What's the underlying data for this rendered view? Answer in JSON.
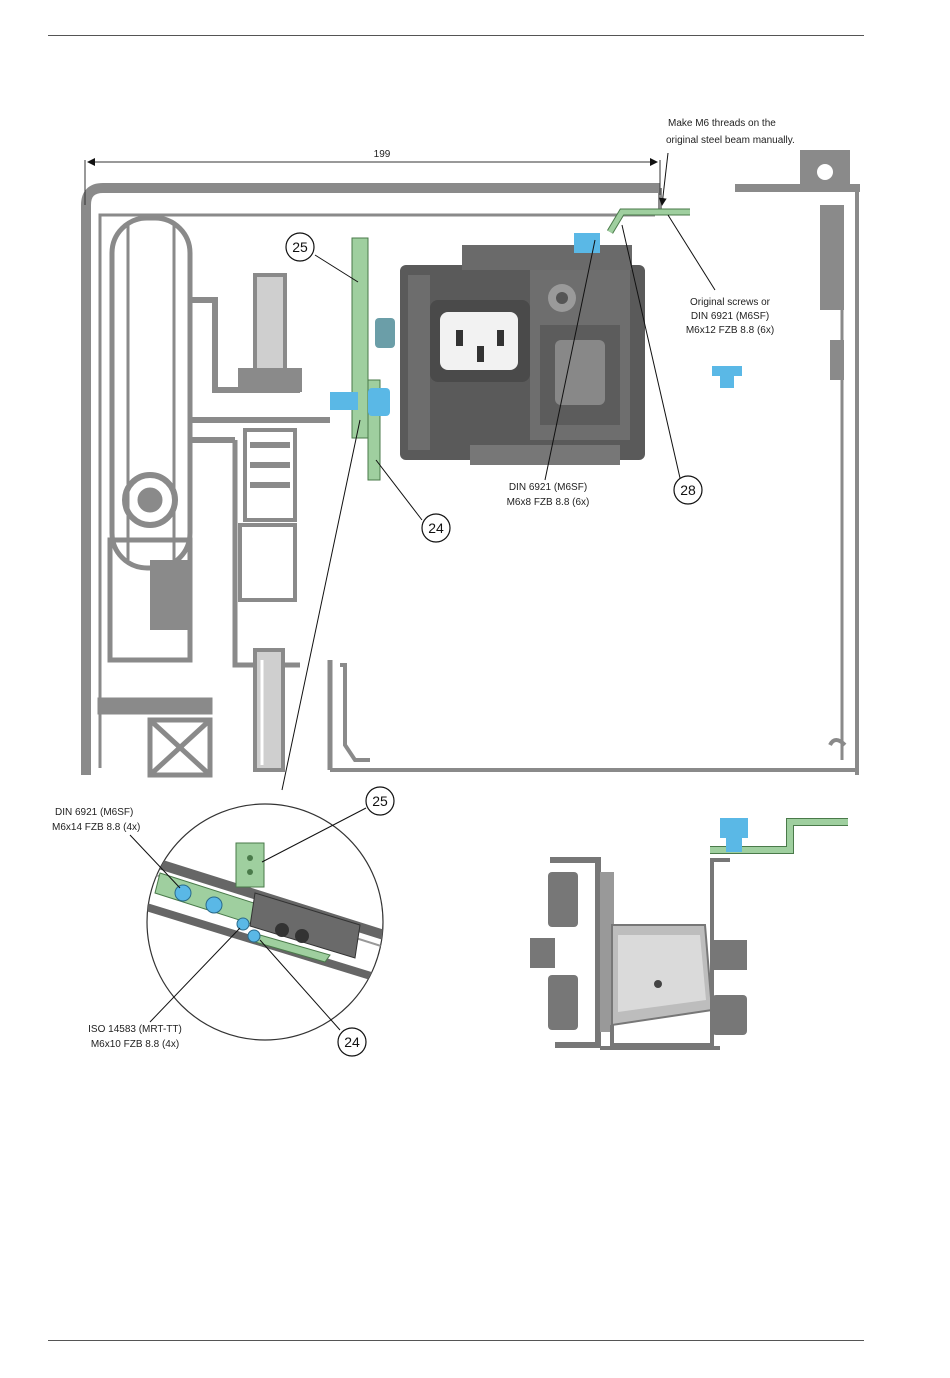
{
  "dimension": {
    "value": "199"
  },
  "notes": {
    "threads_line1": "Make M6 threads on the",
    "threads_line2": "original steel beam manually.",
    "orig_line1": "Original screws or",
    "orig_line2": "DIN 6921 (M6SF)",
    "orig_line3": "M6x12 FZB 8.8 (6x)",
    "din8_line1": "DIN 6921 (M6SF)",
    "din8_line2": "M6x8 FZB 8.8 (6x)",
    "din14_line1": "DIN 6921 (M6SF)",
    "din14_line2": "M6x14 FZB 8.8 (4x)",
    "iso_line1": "ISO 14583 (MRT-TT)",
    "iso_line2": "M6x10 FZB 8.8 (4x)"
  },
  "callouts": {
    "c25": "25",
    "c24": "24",
    "c28": "28"
  },
  "colors": {
    "frame": "#8a8a8a",
    "bracket": "#9fcf9f",
    "screw": "#5ab8e6",
    "unit": "#555555"
  }
}
